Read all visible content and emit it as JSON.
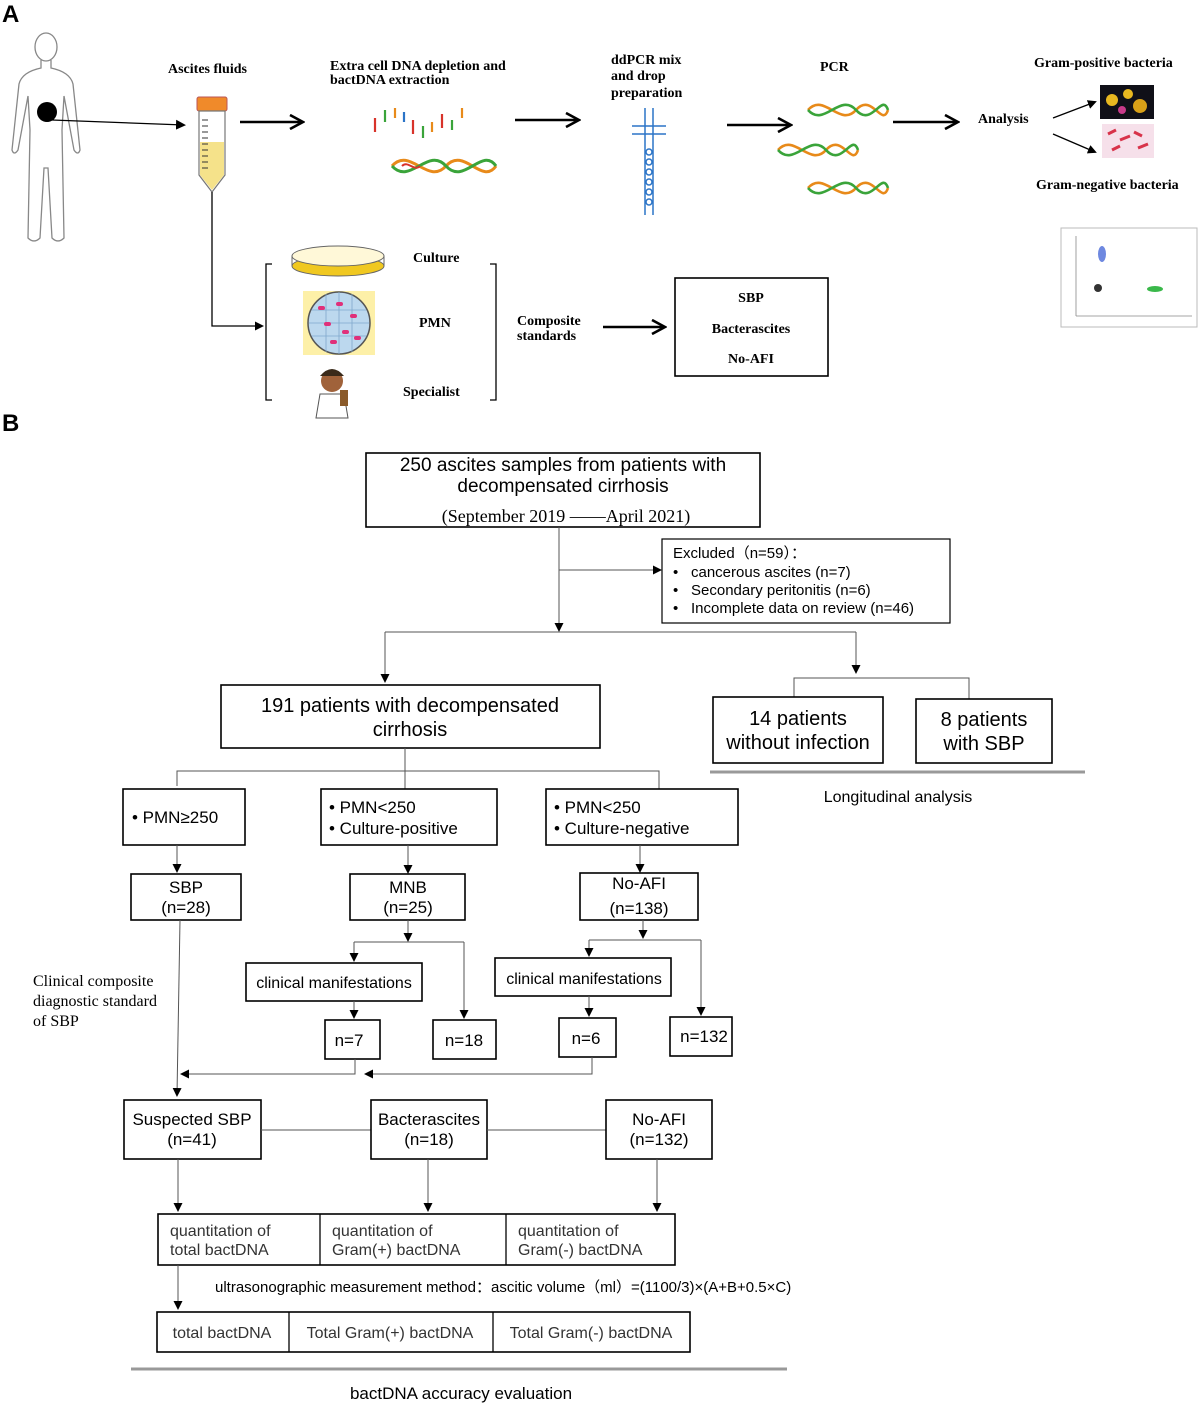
{
  "panel_a": {
    "label": "A",
    "ascites_label": "Ascites fluids",
    "extraction_label_1": "Extra cell DNA depletion and",
    "extraction_label_2": "bactDNA extraction",
    "ddpcr_label_1": "ddPCR mix",
    "ddpcr_label_2": "and drop",
    "ddpcr_label_3": "preparation",
    "pcr_label": "PCR",
    "analysis_label": "Analysis",
    "gram_pos_label": "Gram-positive bacteria",
    "gram_neg_label": "Gram-negative bacteria",
    "culture_label": "Culture",
    "pmn_label": "PMN",
    "specialist_label": "Specialist",
    "composite_1": "Composite",
    "composite_2": "standards",
    "outcome_1": "SBP",
    "outcome_2": "Bacterascites",
    "outcome_3": "No-AFI"
  },
  "panel_b": {
    "label": "B",
    "top_line_1": "250 ascites samples from patients with",
    "top_line_2": "decompensated cirrhosis",
    "top_line_3": "(September 2019 ——April 2021)",
    "excluded_title": "Excluded（n=59）：",
    "excluded_items": [
      "cancerous ascites (n=7)",
      "Secondary peritonitis (n=6)",
      "Incomplete data on review (n=46)"
    ],
    "main_cohort_1": "191 patients with decompensated",
    "main_cohort_2": "cirrhosis",
    "no_inf_1": "14 patients",
    "no_inf_2": "without  infection",
    "sbp8_1": "8 patients",
    "sbp8_2": "with SBP",
    "longitudinal": "Longitudinal analysis",
    "crit_1": "• PMN≥250",
    "crit_2a": "• PMN<250",
    "crit_2b": "• Culture-positive",
    "crit_3a": "• PMN<250",
    "crit_3b": "• Culture-negative",
    "sbp_1": "SBP",
    "sbp_2": "(n=28)",
    "mnb_1": "MNB",
    "mnb_2": "(n=25)",
    "noafi_1": "No-AFI",
    "noafi_2": "(n=138)",
    "clin_man_1": "clinical manifestations",
    "clin_man_2": "clinical manifestations",
    "n7": "n=7",
    "n18": "n=18",
    "n6": "n=6",
    "n132": "n=132",
    "composite_note_1": "Clinical composite",
    "composite_note_2": "diagnostic standard",
    "composite_note_3": "of SBP",
    "susp_1": "Suspected SBP",
    "susp_2": "(n=41)",
    "bact_1": "Bacterascites",
    "bact_2": "(n=18)",
    "noafi2_1": "No-AFI",
    "noafi2_2": "(n=132)",
    "quant_1a": "quantitation of",
    "quant_1b": "total bactDNA",
    "quant_2a": "quantitation of",
    "quant_2b": "Gram(+) bactDNA",
    "quant_3a": "quantitation of",
    "quant_3b": "Gram(-) bactDNA",
    "formula": "ultrasonographic measurement method：ascitic volume（ml）=(1100/3)×(A+B+0.5×C)",
    "total_1": "total bactDNA",
    "total_2": "Total Gram(+) bactDNA",
    "total_3": "Total Gram(-) bactDNA",
    "accuracy": "bactDNA accuracy evaluation"
  },
  "colors": {
    "dna_orange": "#e88a1a",
    "dna_green": "#3aa43a",
    "dna_red": "#d8332a",
    "tube_cap": "#f08a2a",
    "tube_fluid": "#f5e28a",
    "chip_blue": "#2b74c7",
    "dish_yellow": "#f0c820",
    "pmn_bg": "#fdf0a8",
    "pink_cells": "#e0307a",
    "gray_rule": "#999999"
  }
}
